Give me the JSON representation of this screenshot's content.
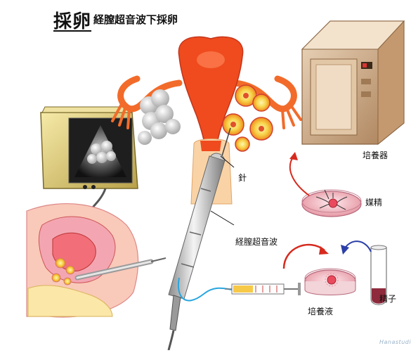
{
  "title": {
    "main": "採卵",
    "sub": "経膣超音波下採卵"
  },
  "labels": {
    "needle": "針",
    "probe": "経膣超音波",
    "incubator": "培養器",
    "insemination": "媒精",
    "culture_medium": "培養液",
    "sperm": "精子"
  },
  "colors": {
    "uterus": "#e8431c",
    "follicle": "#f5a623",
    "incubator": "#c9a07a",
    "arrow_red": "#d62a1e",
    "arrow_blue": "#2b3fa8",
    "dish": "#f6c9cf"
  },
  "watermark": "Hanastudio"
}
